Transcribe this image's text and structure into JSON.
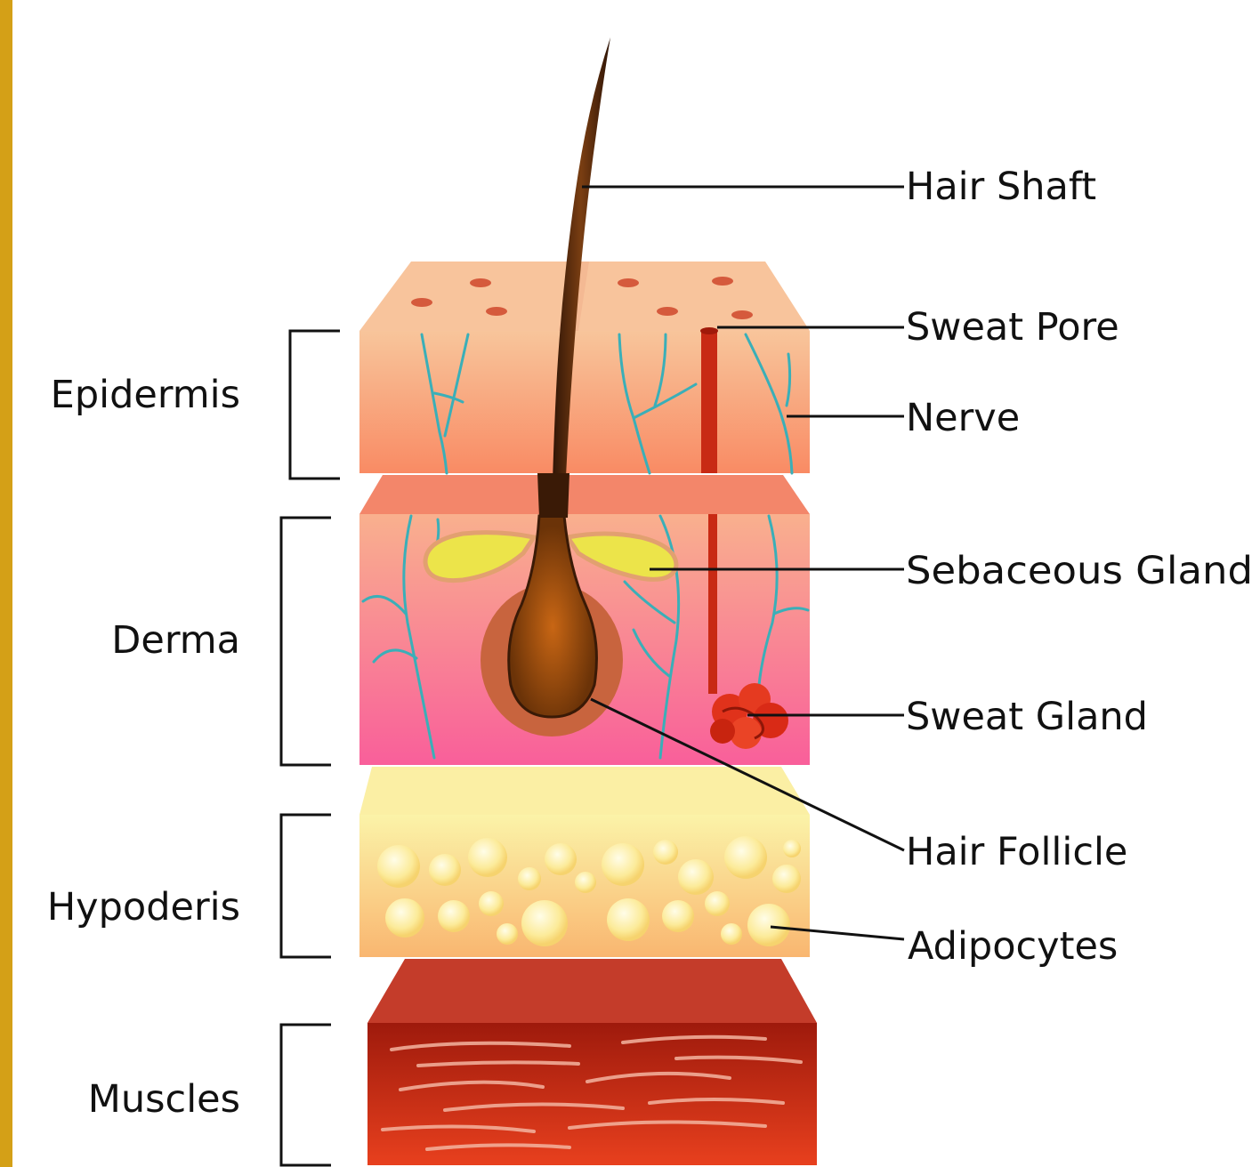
{
  "layer_labels": {
    "epidermis": "Epidermis",
    "derma": "Derma",
    "hypoderis": "Hypoderis",
    "muscles": "Muscles"
  },
  "structure_labels": {
    "hair_shaft": "Hair Shaft",
    "sweat_pore": "Sweat Pore",
    "nerve": "Nerve",
    "sebaceous_gland": "Sebaceous Gland",
    "sweat_gland": "Sweat Gland",
    "hair_follicle": "Hair Follicle",
    "adipocytes": "Adipocytes"
  },
  "colors": {
    "left_border": "#D4A017",
    "epidermis_top": "#F8C59B",
    "epidermis_bottom": "#F98B64",
    "derma_top": "#F9B08E",
    "derma_bottom": "#F95F9A",
    "hypodermis_top": "#FBF3A8",
    "hypodermis_bottom": "#F9B670",
    "muscle_top": "#C94434",
    "muscle_bottom": "#E63E1F",
    "nerve": "#3AAFB8",
    "hair": "#4A2410",
    "follicle": "#B55A14",
    "sebaceous": "#EDE547",
    "sweat_gland": "#E0321B",
    "fat_cell": "#FDF6B8"
  }
}
